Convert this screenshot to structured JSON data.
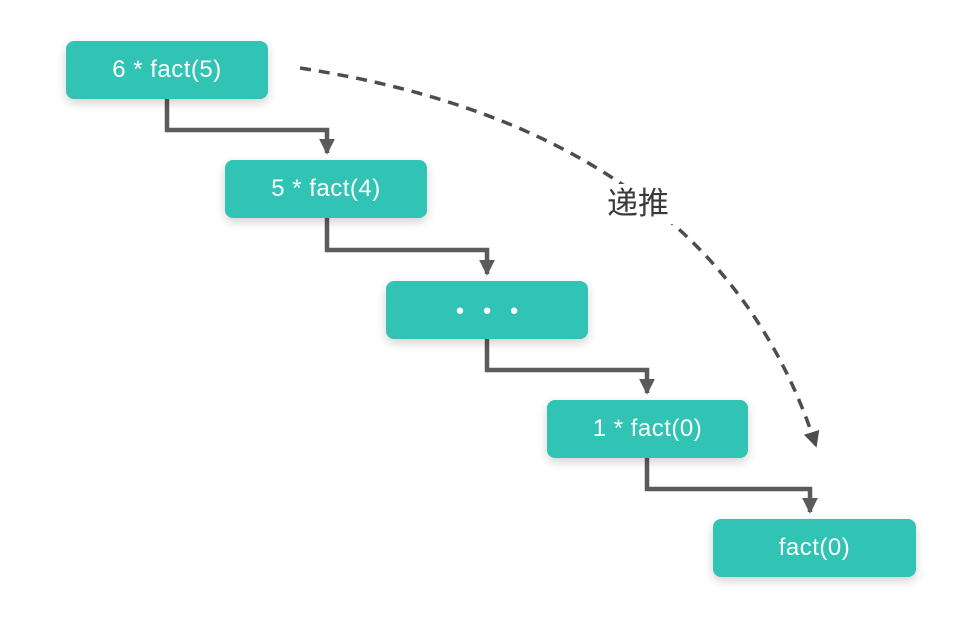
{
  "diagram": {
    "recursion_label": "递推",
    "node_fill": "#31c3b4",
    "node_text_color": "#ffffff",
    "connector_color": "#5b5b5b",
    "dashed_arrow_color": "#4d4d4d",
    "nodes": [
      {
        "label": "6 * fact(5)"
      },
      {
        "label": "5 * fact(4)"
      },
      {
        "label": "●●●"
      },
      {
        "label": "1 * fact(0)"
      },
      {
        "label": "fact(0)"
      }
    ]
  }
}
